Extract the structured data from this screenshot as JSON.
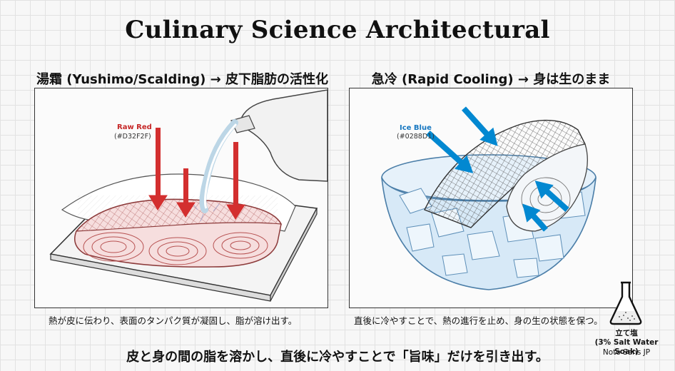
{
  "title": "Culinary Science Architectural",
  "left": {
    "heading": "湯霜 (Yushimo/Scalding) → 皮下脂肪の活性化",
    "label": "Raw Red",
    "code": "(#D32F2F)",
    "caption": "熱が皮に伝わり、表面のタンパク質が凝固し、脂が溶け出す。",
    "arrow_color": "#D32F2F"
  },
  "right": {
    "heading": "急冷 (Rapid Cooling) → 身は生のまま",
    "label": "Ice Blue",
    "code": "(#0288D1)",
    "caption": "直後に冷やすことで、熱の進行を止め、身の生の状態を保つ。",
    "arrow_color": "#0288D1"
  },
  "salt": {
    "label": "立て塩",
    "sub": "(3% Salt Water Soak)",
    "font_note": "Noto Sans JP"
  },
  "footer": "皮と身の間の脂を溶かし、直後に冷やすことで「旨味」だけを引き出す。"
}
